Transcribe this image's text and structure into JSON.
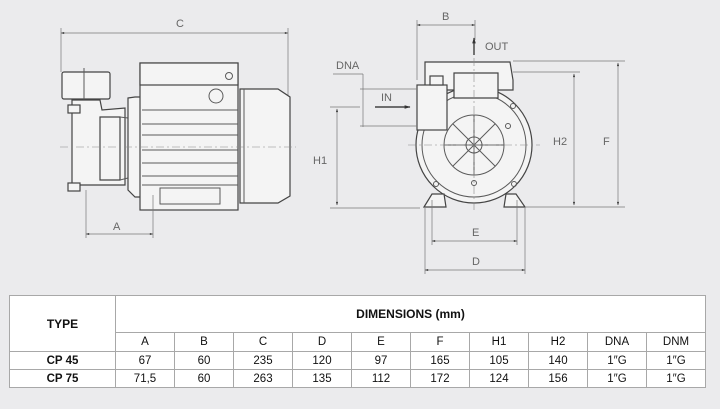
{
  "drawing": {
    "side_view_labels": {
      "c": "C",
      "a": "A",
      "h1": "H1"
    },
    "front_view_labels": {
      "b": "B",
      "out": "OUT",
      "dna": "DNA",
      "in": "IN",
      "h2": "H2",
      "f": "F",
      "e": "E",
      "d": "D"
    },
    "line_color": "#5a5a5a"
  },
  "table": {
    "type_header": "TYPE",
    "dimensions_header": "DIMENSIONS (mm)",
    "columns": [
      "A",
      "B",
      "C",
      "D",
      "E",
      "F",
      "H1",
      "H2",
      "DNA",
      "DNM"
    ],
    "rows": [
      {
        "type": "CP 45",
        "values": [
          "67",
          "60",
          "235",
          "120",
          "97",
          "165",
          "105",
          "140",
          "1″G",
          "1″G"
        ]
      },
      {
        "type": "CP 75",
        "values": [
          "71,5",
          "60",
          "263",
          "135",
          "112",
          "172",
          "124",
          "156",
          "1″G",
          "1″G"
        ]
      }
    ]
  }
}
